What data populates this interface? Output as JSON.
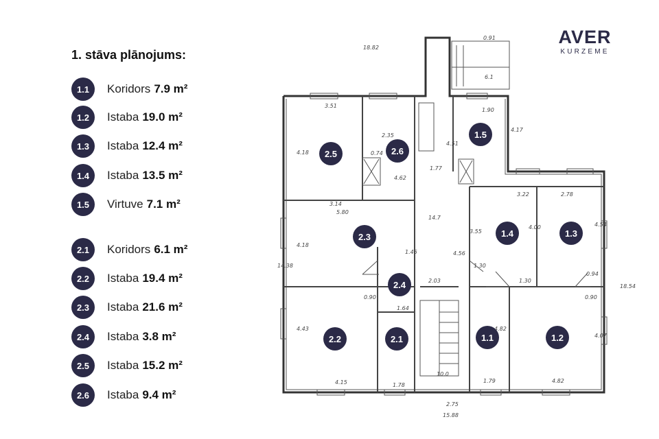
{
  "heading": "1. stāva plānojums:",
  "brand": {
    "name": "AVER",
    "sub": "KURZEME",
    "color": "#2b2a47"
  },
  "rooms": [
    {
      "id": "1.1",
      "name": "Koridors",
      "area": "7.9 m²"
    },
    {
      "id": "1.2",
      "name": "Istaba",
      "area": "19.0 m²"
    },
    {
      "id": "1.3",
      "name": "Istaba",
      "area": "12.4 m²"
    },
    {
      "id": "1.4",
      "name": "Istaba",
      "area": "13.5 m²"
    },
    {
      "id": "1.5",
      "name": "Virtuve",
      "area": "7.1 m²"
    },
    {
      "id": "2.1",
      "name": "Koridors",
      "area": "6.1 m²"
    },
    {
      "id": "2.2",
      "name": "Istaba",
      "area": "19.4 m²"
    },
    {
      "id": "2.3",
      "name": "Istaba",
      "area": "21.6 m²"
    },
    {
      "id": "2.4",
      "name": "Istaba",
      "area": "3.8 m²"
    },
    {
      "id": "2.5",
      "name": "Istaba",
      "area": "15.2 m²"
    },
    {
      "id": "2.6",
      "name": "Istaba",
      "area": "9.4 m²"
    }
  ],
  "plan": {
    "pins": [
      "2.5",
      "2.6",
      "1.5",
      "2.3",
      "1.4",
      "1.3",
      "2.4",
      "2.2",
      "2.1",
      "1.1",
      "1.2"
    ],
    "dims": [
      "18.82",
      "3.51",
      "2.35",
      "1.90",
      "0.91",
      "6.1",
      "4.18",
      "0.74",
      "4.62",
      "1.77",
      "4.51",
      "4.17",
      "3.14",
      "5.80",
      "3.22",
      "2.78",
      "14.7",
      "4.18",
      "3.55",
      "4.00",
      "4.54",
      "1.45",
      "4.56",
      "1.30",
      "2.03",
      "1.30",
      "0.90",
      "1.64",
      "4.43",
      "4.82",
      "4.07",
      "0.94",
      "0.90",
      "14.38",
      "4.15",
      "1.78",
      "10.0",
      "1.79",
      "4.82",
      "15.88",
      "18.54",
      "2.75"
    ]
  }
}
